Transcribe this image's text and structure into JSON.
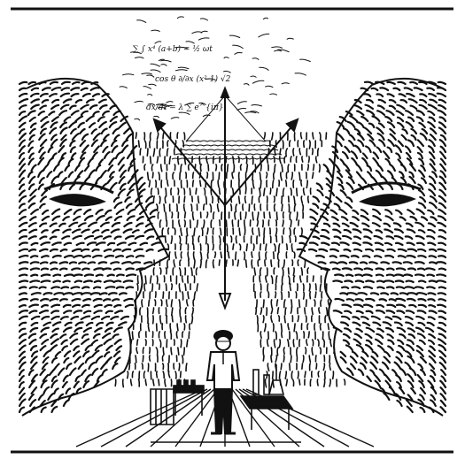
{
  "illustration": {
    "ink_color": "#111111",
    "paper_color": "#ffffff",
    "formula_scribbles": [
      "∑ ∫ x⁴ (a+b) = ½ ωt",
      "cos θ ∂/∂x (x²-1) √2",
      "dx/dt = λ ∑ e^{iπ}"
    ]
  }
}
